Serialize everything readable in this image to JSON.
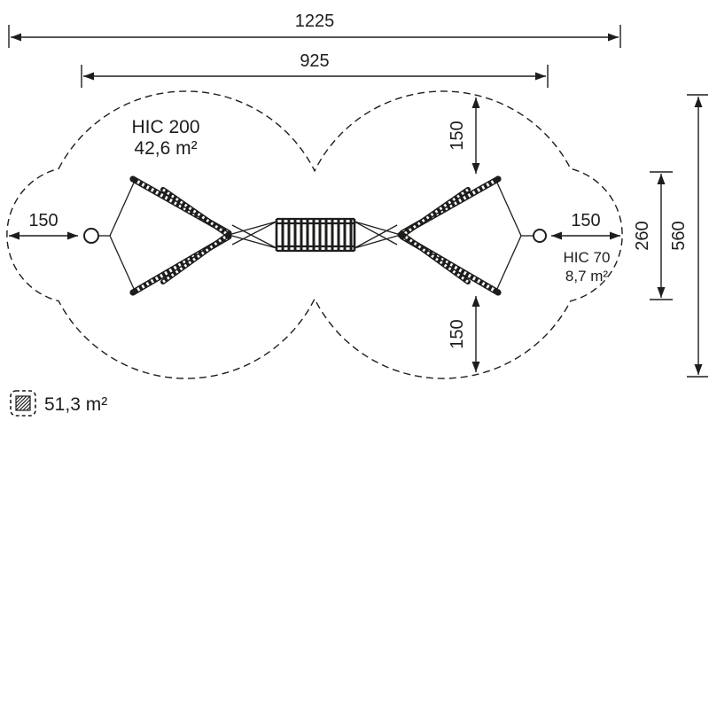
{
  "page": {
    "background": "#ffffff",
    "line_color": "#1d1d1b"
  },
  "dimensions": {
    "total_width": "1225",
    "equipment_width": "925",
    "clearance_left": "150",
    "clearance_right": "150",
    "clearance_top": "150",
    "clearance_bottom": "150",
    "side_zone_height": "260",
    "total_height": "560"
  },
  "zones": {
    "main": {
      "name": "HIC 200",
      "area": "42,6 m²"
    },
    "side": {
      "name": "HIC 70",
      "area": "8,7 m²"
    }
  },
  "legend": {
    "total_area": "51,3 m²"
  }
}
